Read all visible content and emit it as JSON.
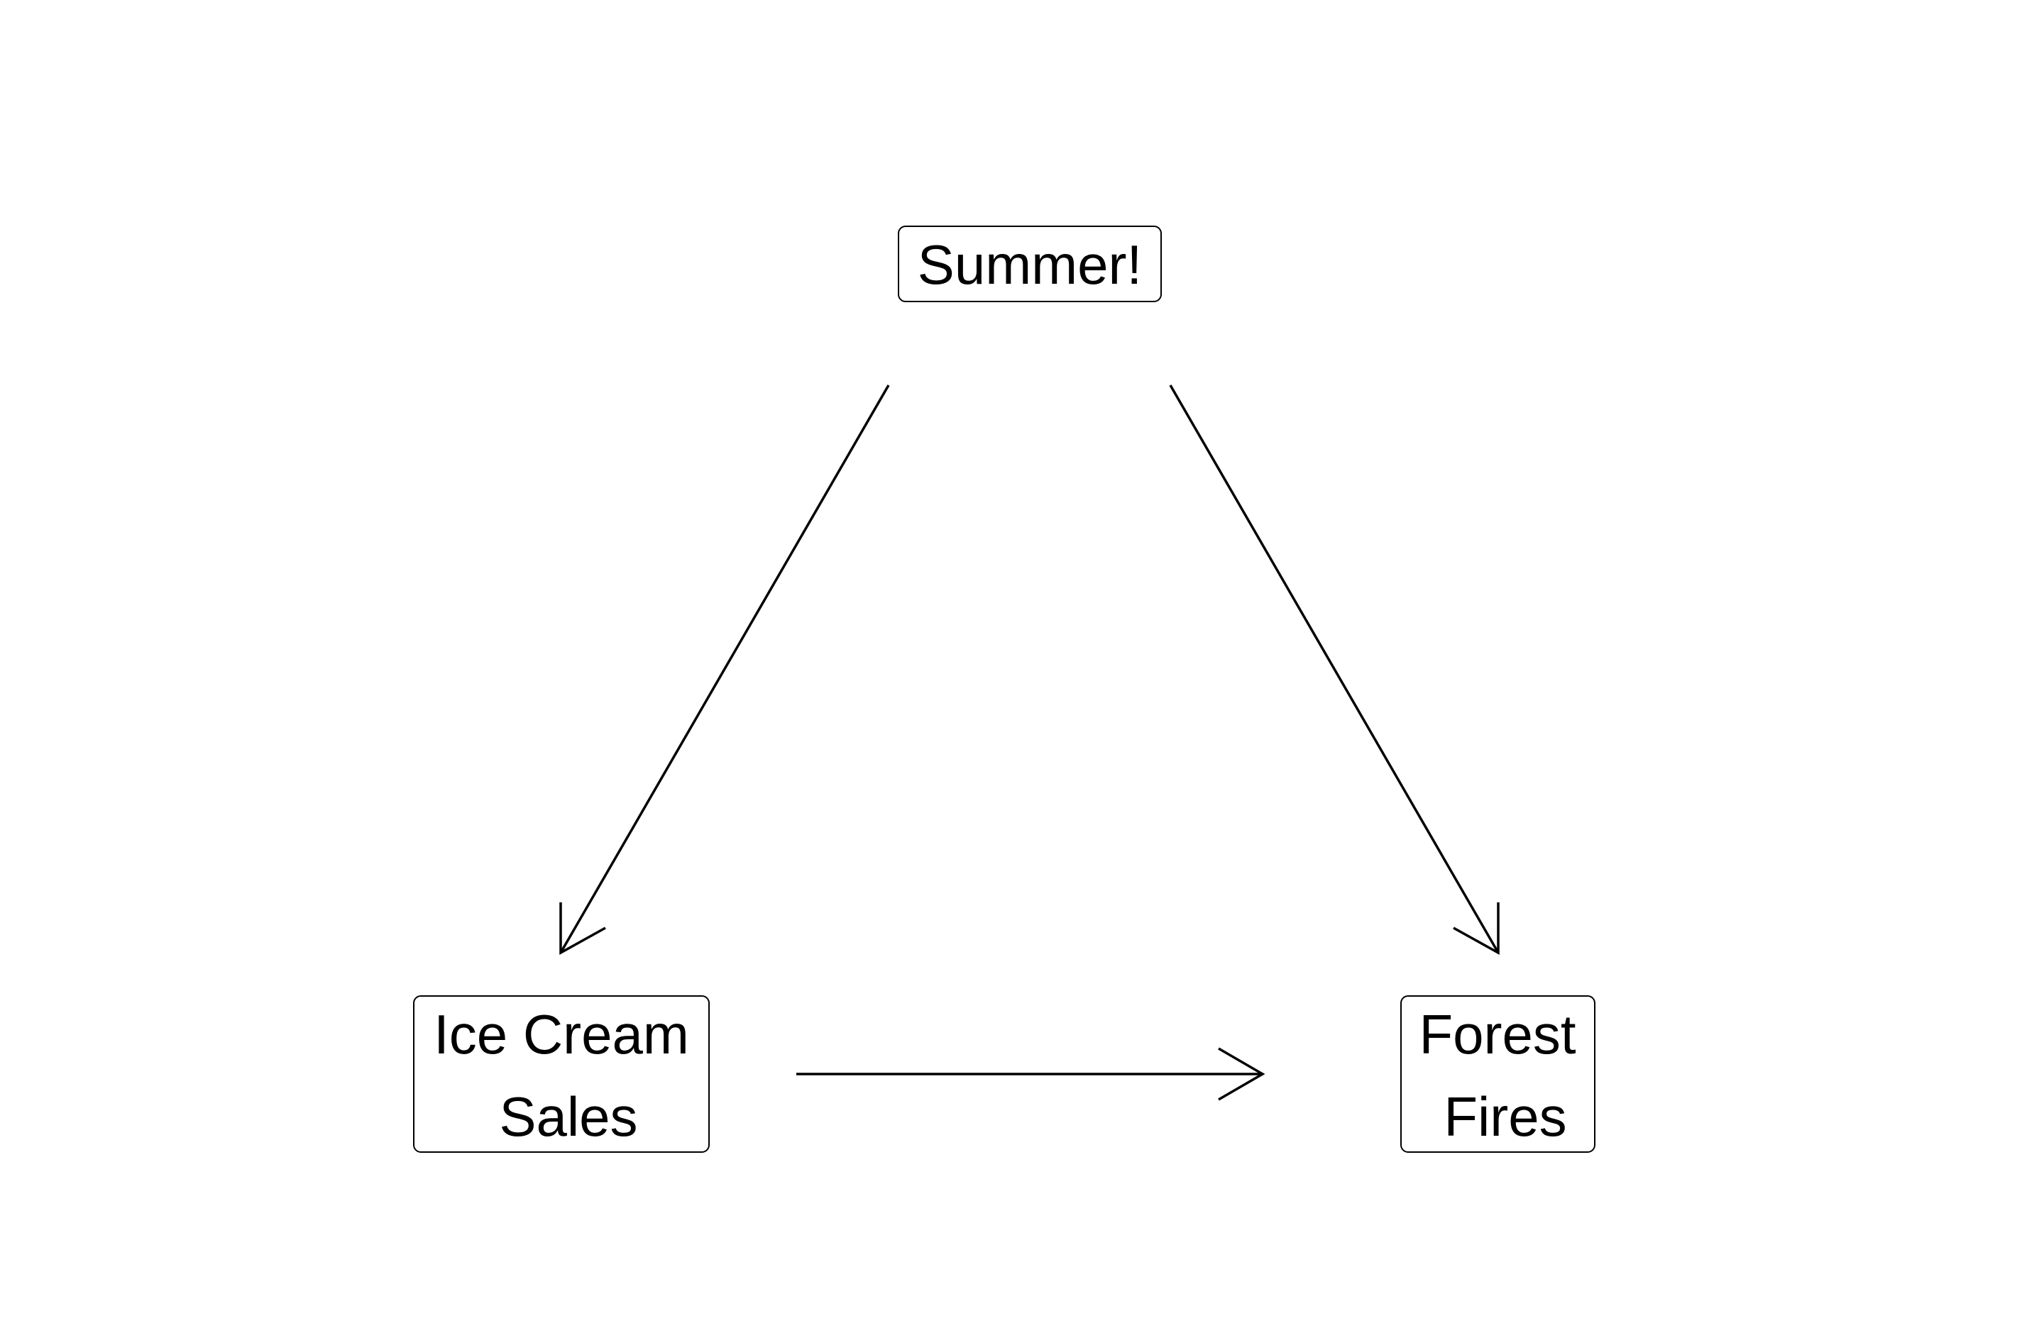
{
  "nodes": {
    "summer": {
      "label": "Summer!"
    },
    "ice_cream": {
      "line1": "Ice Cream",
      "line2": "Sales"
    },
    "forest_fires": {
      "line1": "Forest",
      "line2": "Fires"
    }
  },
  "edges": [
    {
      "from": "summer",
      "to": "ice_cream"
    },
    {
      "from": "summer",
      "to": "forest_fires"
    },
    {
      "from": "ice_cream",
      "to": "forest_fires"
    }
  ],
  "colors": {
    "stroke": "#000000",
    "background": "#ffffff"
  }
}
